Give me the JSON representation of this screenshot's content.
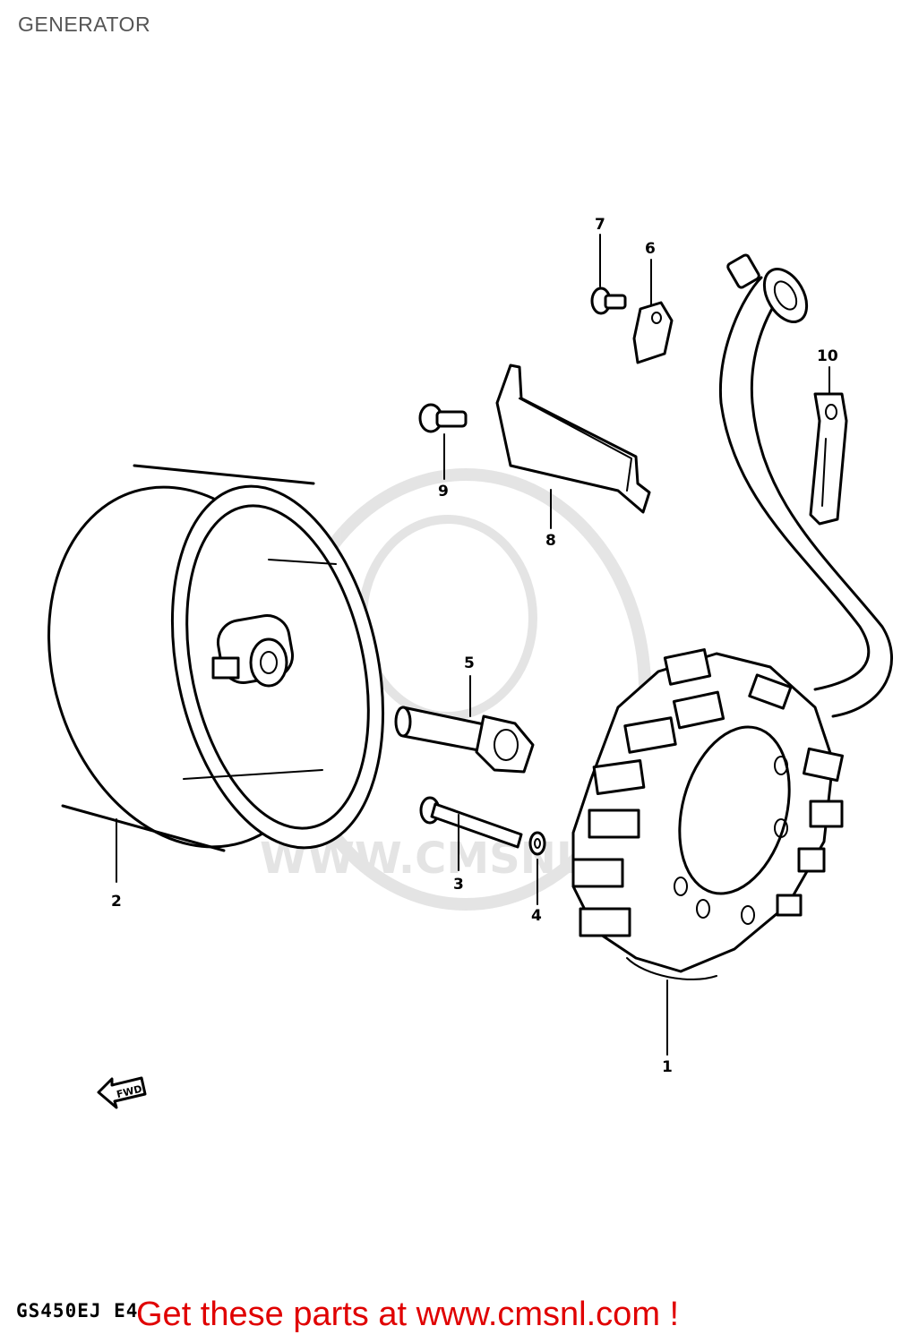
{
  "page": {
    "title": "GENERATOR",
    "model_code": "GS450EJ E4",
    "cta": "Get these parts at www.cmsnl.com !",
    "accent_color": "#e00000"
  },
  "diagram": {
    "watermark": "WWW.CMSNL",
    "fwd_label": "FWD",
    "callouts": [
      "1",
      "2",
      "3",
      "4",
      "5",
      "6",
      "7",
      "8",
      "9",
      "10"
    ]
  }
}
